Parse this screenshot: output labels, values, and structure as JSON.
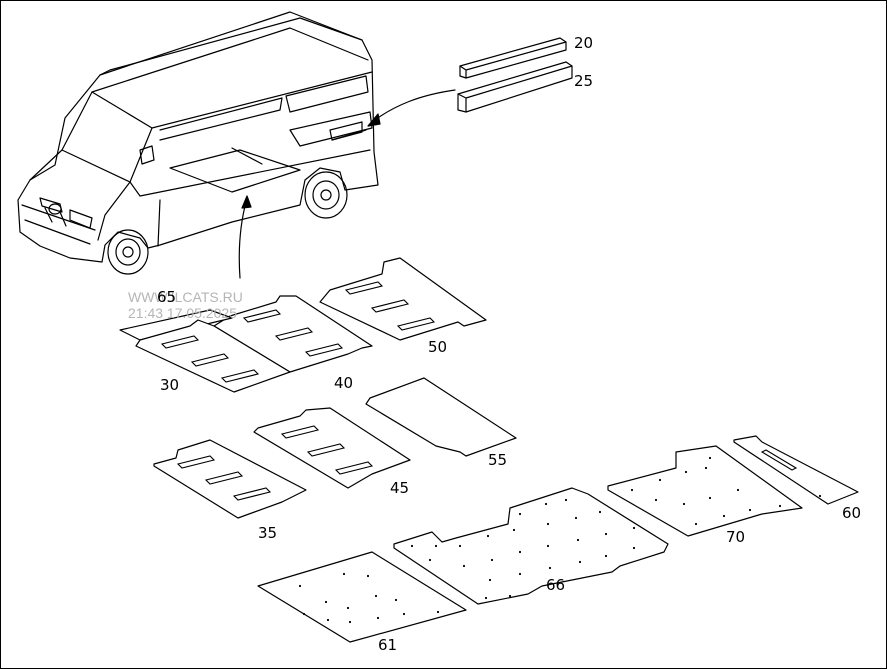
{
  "watermark": {
    "line1": "WWW.ILCATS.RU",
    "line2": "21:43 17.05.2025"
  },
  "labels": {
    "p20": "20",
    "p25": "25",
    "p65": "65",
    "p30": "30",
    "p40": "40",
    "p50": "50",
    "p55": "55",
    "p45": "45",
    "p35": "35",
    "p60": "60",
    "p70": "70",
    "p66": "66",
    "p61": "61"
  },
  "colors": {
    "line": "#000000",
    "background": "#ffffff",
    "watermark": "#b5b5b5"
  }
}
